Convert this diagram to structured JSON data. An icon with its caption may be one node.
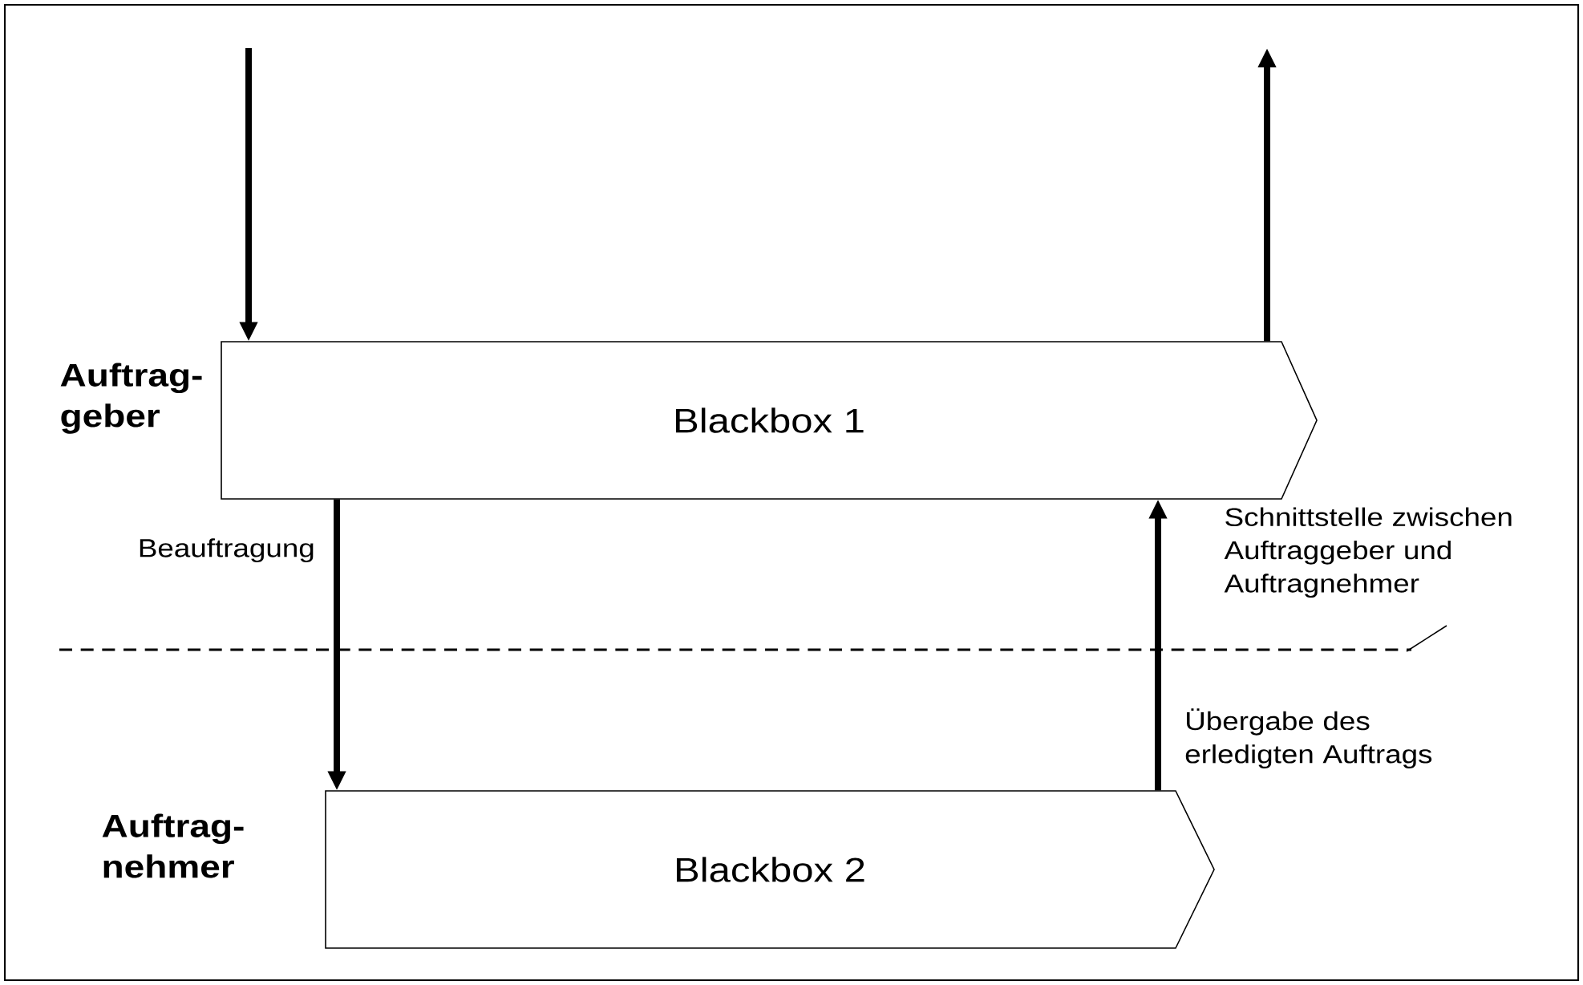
{
  "diagram": {
    "nodes": [
      {
        "text": [
          "Blackbox 1"
        ],
        "beside": [
          "Auftrag- geber"
        ]
      },
      {
        "text": [
          "Blackbox 2"
        ],
        "beside": [
          "Auftrag- nehmer"
        ]
      },
      {
        "text": [
          "Schnittstelle zwischen Auftraggeber und Auftragnehmer"
        ]
      }
    ],
    "edges": [
      {
        "from": null,
        "to": 0,
        "arrow": "to"
      },
      {
        "from": 0,
        "to": null,
        "arrow": "to"
      },
      {
        "from": 0,
        "to": 1,
        "arrow": "to",
        "label": "Beauftragung"
      },
      {
        "from": 1,
        "to": 0,
        "arrow": "to",
        "label": "Übergabe des erledigten Auftrags"
      },
      {
        "from": 2,
        "to": null,
        "arrow": "none"
      }
    ]
  }
}
